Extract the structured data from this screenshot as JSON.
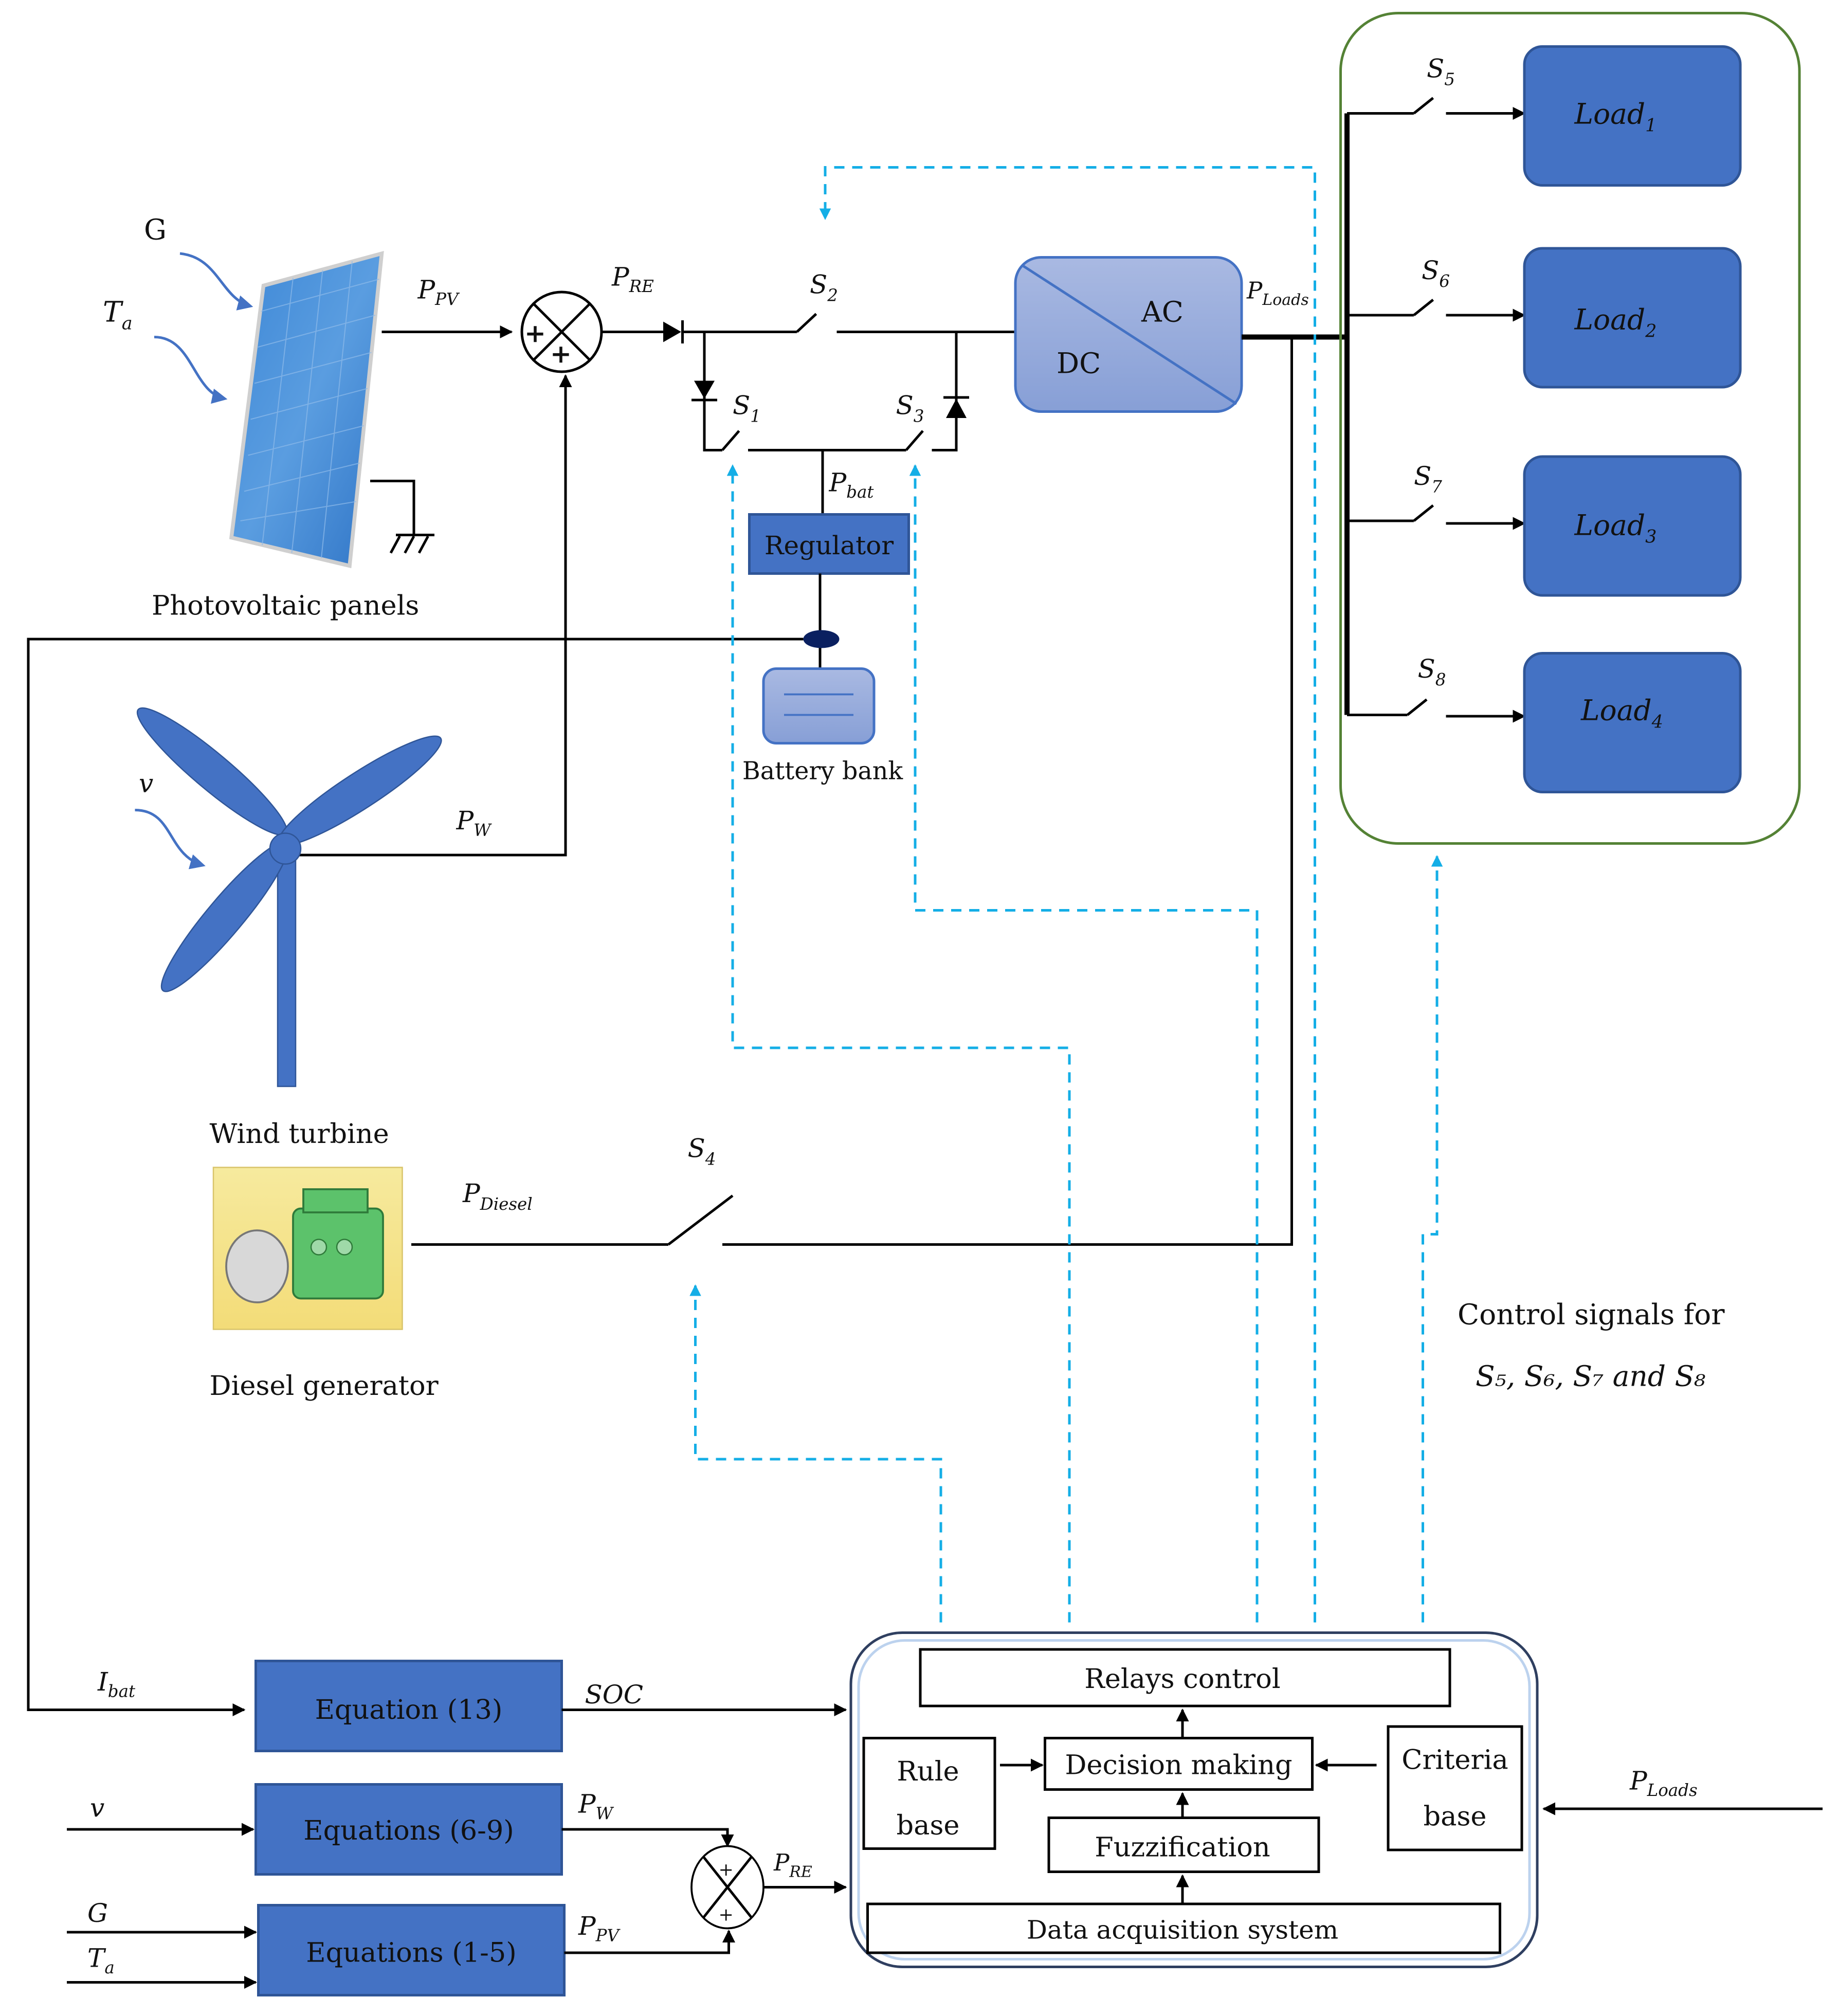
{
  "diagram": {
    "sources": {
      "pv": {
        "label": "Photovoltaic panels",
        "input_g": "G",
        "input_ta": "T",
        "input_ta_sub": "a",
        "output": "P",
        "output_sub": "PV"
      },
      "wind": {
        "label": "Wind turbine",
        "input_v": "v",
        "output": "P",
        "output_sub": "W"
      },
      "diesel": {
        "label": "Diesel generator",
        "output": "P",
        "output_sub": "Diesel"
      }
    },
    "renewable_sum": {
      "output": "P",
      "output_sub": "RE",
      "signs": [
        "+",
        "+"
      ]
    },
    "switches": [
      {
        "id": "S1",
        "label": "S",
        "sub": "1"
      },
      {
        "id": "S2",
        "label": "S",
        "sub": "2"
      },
      {
        "id": "S3",
        "label": "S",
        "sub": "3"
      },
      {
        "id": "S4",
        "label": "S",
        "sub": "4"
      },
      {
        "id": "S5",
        "label": "S",
        "sub": "5"
      },
      {
        "id": "S6",
        "label": "S",
        "sub": "6"
      },
      {
        "id": "S7",
        "label": "S",
        "sub": "7"
      },
      {
        "id": "S8",
        "label": "S",
        "sub": "8"
      }
    ],
    "battery": {
      "flow": "P",
      "flow_sub": "bat",
      "regulator": "Regulator",
      "label": "Battery bank"
    },
    "inverter": {
      "dc": "DC",
      "ac": "AC",
      "output": "P",
      "output_sub": "Loads"
    },
    "loads": [
      {
        "label": "Load",
        "sub": "1"
      },
      {
        "label": "Load",
        "sub": "2"
      },
      {
        "label": "Load",
        "sub": "3"
      },
      {
        "label": "Load",
        "sub": "4"
      }
    ],
    "control_note": {
      "line1": "Control signals for",
      "line2": "S₅, S₆, S₇ and S₈"
    },
    "equations": [
      {
        "label": "Equation (13)",
        "input": "I",
        "input_sub": "bat",
        "output": "SOC"
      },
      {
        "label": "Equations (6-9)",
        "input": "v",
        "output": "P",
        "output_sub": "W"
      },
      {
        "label": "Equations (1-5)",
        "input1": "G",
        "input2": "T",
        "input2_sub": "a",
        "output": "P",
        "output_sub": "PV"
      }
    ],
    "bottom_sum": {
      "output": "P",
      "output_sub": "RE",
      "signs": [
        "+",
        "+"
      ]
    },
    "controller": {
      "relays": "Relays control",
      "rule_line1": "Rule",
      "rule_line2": "base",
      "decision": "Decision making",
      "criteria_line1": "Criteria",
      "criteria_line2": "base",
      "fuzz": "Fuzzification",
      "daq": "Data acquisition system",
      "ploads_in": "P",
      "ploads_in_sub": "Loads"
    },
    "colors": {
      "block_blue": "#4472c4",
      "light_blue": "#8faadc",
      "control_dash": "#14aee6",
      "load_frame": "#548235"
    }
  }
}
